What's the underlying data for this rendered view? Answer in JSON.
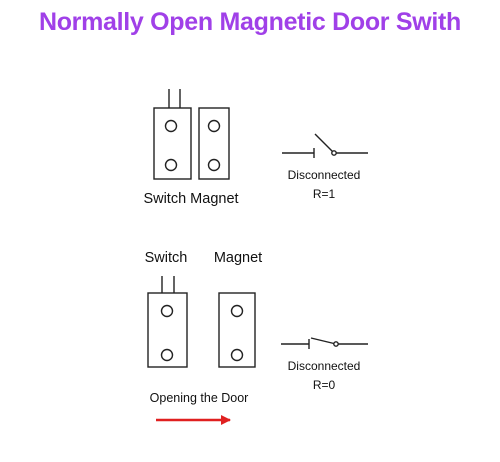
{
  "title": "Normally Open Magnetic Door Swith",
  "colors": {
    "title": "#a040e8",
    "line": "#222222",
    "arrow": "#e02020"
  },
  "closed_state": {
    "component_label": "Switch Magnet",
    "status": "Disconnected",
    "resistance": "R=1"
  },
  "open_state": {
    "switch_label": "Switch",
    "magnet_label": "Magnet",
    "action": "Opening the Door",
    "status": "Disconnected",
    "resistance": "R=0"
  }
}
